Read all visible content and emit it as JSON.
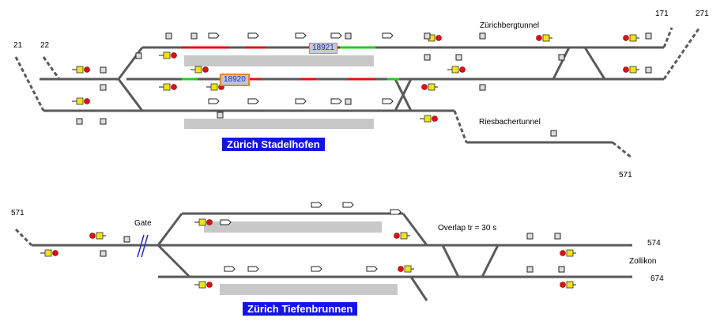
{
  "labels": {
    "n21": "21",
    "n22": "22",
    "n171": "171",
    "n271": "271",
    "zuerichbergtunnel": "Zürichbergtunnel",
    "riesbachertunnel": "Riesbachertunnel",
    "n571_top": "571",
    "n571_left": "571",
    "gate": "Gate",
    "overlap": "Overlap tr = 30 s",
    "n574": "574",
    "zollikon": "Zollikon",
    "n674": "674"
  },
  "stations": {
    "stadelhofen": "Zürich Stadelhofen",
    "tiefenbrunnen": "Zürich Tiefenbrunnen"
  },
  "trains": {
    "t18921": "18921",
    "t18920": "18920"
  },
  "colors": {
    "track": "#5a5a5a",
    "occupied": "#e01010",
    "route": "#22cc22",
    "platform": "#c8c8c8",
    "signal_red": "#e01010",
    "signal_yellow": "#f2e21a",
    "station_bg": "#1414e6",
    "selected_border": "#e08a1e"
  }
}
